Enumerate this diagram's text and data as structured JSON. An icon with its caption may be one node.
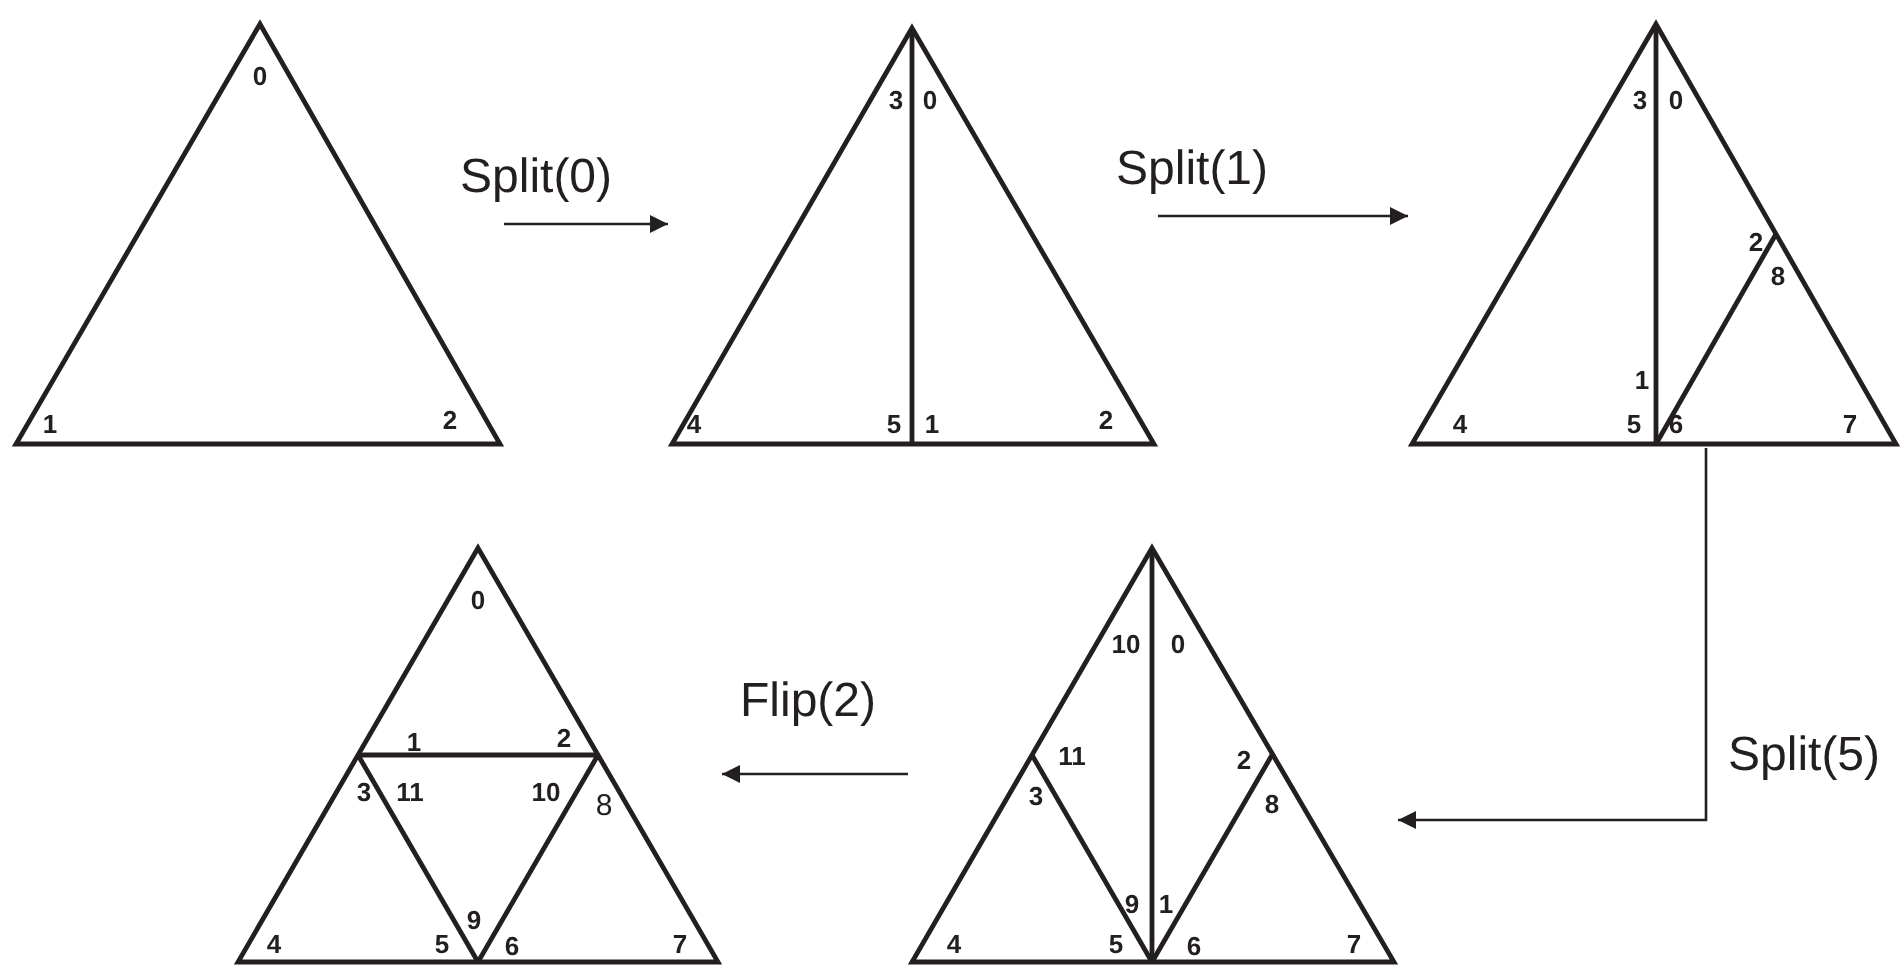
{
  "diagram": {
    "nodes": [
      {
        "text": [
          "0",
          "1",
          "2"
        ]
      },
      {
        "text": [
          "3",
          "0",
          "4",
          "5",
          "1",
          "2"
        ]
      },
      {
        "text": [
          "3",
          "0",
          "2",
          "8",
          "1",
          "4",
          "5",
          "6",
          "7"
        ]
      },
      {
        "text": [
          "0",
          "1",
          "2",
          "3",
          "11",
          "10",
          "8",
          "4",
          "5",
          "9",
          "6",
          "7"
        ]
      },
      {
        "text": [
          "10",
          "0",
          "11",
          "3",
          "2",
          "8",
          "9",
          "1",
          "4",
          "5",
          "6",
          "7"
        ]
      }
    ],
    "edges": [
      {
        "from": 0,
        "to": 1,
        "arrow": "to",
        "label": "Split(0)"
      },
      {
        "from": 1,
        "to": 2,
        "arrow": "to",
        "label": "Split(1)"
      },
      {
        "from": 2,
        "to": 4,
        "arrow": "to",
        "label": "Split(5)"
      },
      {
        "from": 4,
        "to": 3,
        "arrow": "to",
        "label": "Flip(2)"
      }
    ]
  }
}
